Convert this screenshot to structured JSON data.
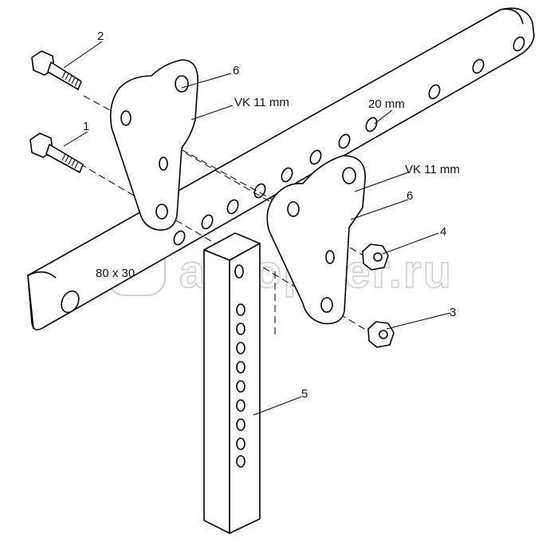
{
  "labels": {
    "bolt_top": "2",
    "bolt_bottom": "1",
    "plate_left": "6",
    "plate_left_spec": "VK 11 mm",
    "hole_spacing": "20 mm",
    "plate_right_spec": "VK 11 mm",
    "plate_right": "6",
    "nut_top": "4",
    "beam_size": "80 x 30",
    "nut_bottom": "3",
    "post": "5"
  },
  "watermark": "autopiter.ru"
}
